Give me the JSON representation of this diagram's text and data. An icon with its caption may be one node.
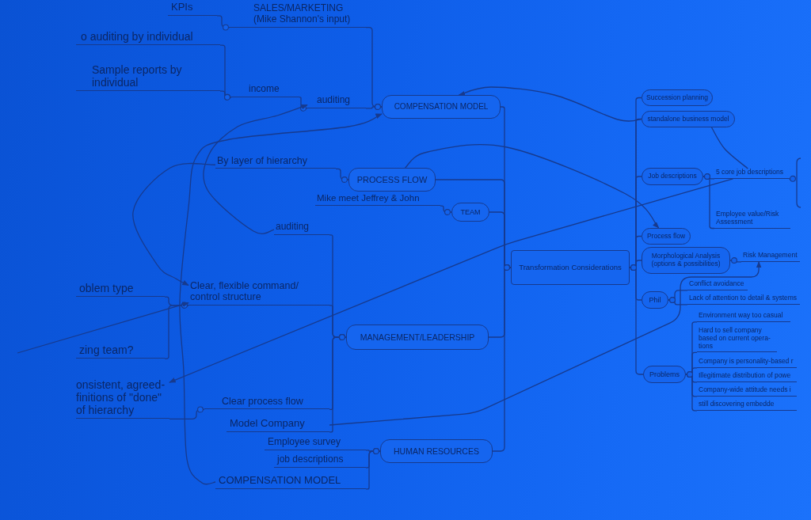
{
  "diagram": {
    "nodes": [
      {
        "text": [
          "Transformation Considerations"
        ]
      },
      {
        "text": [
          "COMPENSATION MODEL"
        ]
      },
      {
        "text": [
          "SALES/MARKETING (Mike Shannon's input)"
        ]
      },
      {
        "text": [
          "KPIs"
        ]
      },
      {
        "text": [
          "auditing"
        ]
      },
      {
        "text": [
          "income"
        ]
      },
      {
        "text": [
          "o auditing by individual"
        ]
      },
      {
        "text": [
          "Sample reports by individual"
        ]
      },
      {
        "text": [
          "PROCESS FLOW"
        ]
      },
      {
        "text": [
          "By layer of hierarchy"
        ]
      },
      {
        "text": [
          "TEAM"
        ]
      },
      {
        "text": [
          "Mike meet Jeffrey & John"
        ]
      },
      {
        "text": [
          "MANAGEMENT/LEADERSHIP"
        ]
      },
      {
        "text": [
          "auditing"
        ]
      },
      {
        "text": [
          "Clear, flexible command/ control structure"
        ]
      },
      {
        "text": [
          "oblem type"
        ]
      },
      {
        "text": [
          "zing team?"
        ]
      },
      {
        "text": [
          "Clear process flow"
        ]
      },
      {
        "text": [
          "onsistent, agreed- finitions of \"done\" of hierarchy"
        ]
      },
      {
        "text": [
          "Model Company"
        ]
      },
      {
        "text": [
          "HUMAN RESOURCES"
        ]
      },
      {
        "text": [
          "Employee survey"
        ]
      },
      {
        "text": [
          "job descriptions"
        ]
      },
      {
        "text": [
          "COMPENSATION MODEL"
        ]
      },
      {
        "text": [
          "Succession planning"
        ]
      },
      {
        "text": [
          "standalone business model"
        ]
      },
      {
        "text": [
          "Job descriptions"
        ]
      },
      {
        "text": [
          "5 core job descriptions"
        ]
      },
      {
        "text": [
          "Employee value/Risk Assessment"
        ]
      },
      {
        "text": [
          "Process flow"
        ]
      },
      {
        "text": [
          "Morphological Analysis (options & possibilities)"
        ]
      },
      {
        "text": [
          "Risk Management"
        ]
      },
      {
        "text": [
          "Phil"
        ]
      },
      {
        "text": [
          "Conflict avoidance"
        ]
      },
      {
        "text": [
          "Lack of attention to detail & systems"
        ]
      },
      {
        "text": [
          "Problems"
        ]
      },
      {
        "text": [
          "Environment way too casual"
        ]
      },
      {
        "text": [
          "Hard to sell company based on current opera- tions"
        ]
      },
      {
        "text": [
          "Company is personality-based r"
        ]
      },
      {
        "text": [
          "Illegitimate distribution of powe"
        ]
      },
      {
        "text": [
          "Company-wide attitude needs i"
        ]
      },
      {
        "text": [
          "still discovering embedde"
        ]
      }
    ],
    "edges": [
      {
        "from": 0,
        "to": 1,
        "arrow": "other"
      },
      {
        "from": 1,
        "to": 2,
        "arrow": "other"
      },
      {
        "from": 2,
        "to": 3,
        "arrow": "other"
      },
      {
        "from": 1,
        "to": 4,
        "arrow": "other"
      },
      {
        "from": 4,
        "to": 5,
        "arrow": "other"
      },
      {
        "from": 5,
        "to": 6,
        "arrow": "other"
      },
      {
        "from": 5,
        "to": 7,
        "arrow": "other"
      },
      {
        "from": 0,
        "to": 8,
        "arrow": "other"
      },
      {
        "from": 8,
        "to": 9,
        "arrow": "other"
      },
      {
        "from": 0,
        "to": 10,
        "arrow": "other"
      },
      {
        "from": 10,
        "to": 11,
        "arrow": "other"
      },
      {
        "from": 0,
        "to": 12,
        "arrow": "other"
      },
      {
        "from": 12,
        "to": 13,
        "arrow": "other"
      },
      {
        "from": 12,
        "to": 14,
        "arrow": "other"
      },
      {
        "from": 14,
        "to": 15,
        "arrow": "other"
      },
      {
        "from": 14,
        "to": 16,
        "arrow": "other"
      },
      {
        "from": 12,
        "to": 17,
        "arrow": "other"
      },
      {
        "from": 17,
        "to": 18,
        "arrow": "other"
      },
      {
        "from": 12,
        "to": 19,
        "arrow": "other"
      },
      {
        "from": 0,
        "to": 20,
        "arrow": "other"
      },
      {
        "from": 20,
        "to": 21,
        "arrow": "other"
      },
      {
        "from": 20,
        "to": 22,
        "arrow": "other"
      },
      {
        "from": 20,
        "to": 23,
        "arrow": "other"
      },
      {
        "from": 0,
        "to": 24,
        "arrow": "other"
      },
      {
        "from": 0,
        "to": 25,
        "arrow": "other"
      },
      {
        "from": 0,
        "to": 26,
        "arrow": "other"
      },
      {
        "from": 26,
        "to": 27,
        "arrow": "other"
      },
      {
        "from": 26,
        "to": 28,
        "arrow": "other"
      },
      {
        "from": 0,
        "to": 29,
        "arrow": "other"
      },
      {
        "from": 0,
        "to": 30,
        "arrow": "other"
      },
      {
        "from": 30,
        "to": 31,
        "arrow": "other"
      },
      {
        "from": 0,
        "to": 32,
        "arrow": "other"
      },
      {
        "from": 32,
        "to": 33,
        "arrow": "other"
      },
      {
        "from": 32,
        "to": 34,
        "arrow": "other"
      },
      {
        "from": 0,
        "to": 35,
        "arrow": "other"
      },
      {
        "from": 35,
        "to": 36,
        "arrow": "other"
      },
      {
        "from": 35,
        "to": 37,
        "arrow": "other"
      },
      {
        "from": 35,
        "to": 38,
        "arrow": "other"
      },
      {
        "from": 35,
        "to": 39,
        "arrow": "other"
      },
      {
        "from": 35,
        "to": 40,
        "arrow": "other"
      },
      {
        "from": 35,
        "to": 41,
        "arrow": "other"
      },
      {
        "from": 27,
        "to": null,
        "arrow": "other"
      },
      {
        "from": 13,
        "to": 4,
        "arrow": "to"
      },
      {
        "from": 23,
        "to": 1,
        "arrow": "to"
      },
      {
        "from": 9,
        "to": 14,
        "arrow": "to"
      },
      {
        "from": null,
        "to": 14,
        "arrow": "to"
      },
      {
        "from": 27,
        "to": 18,
        "arrow": "to"
      },
      {
        "from": 25,
        "to": 27,
        "arrow": "none"
      },
      {
        "from": 25,
        "to": 1,
        "arrow": "to"
      },
      {
        "from": 8,
        "to": 29,
        "arrow": "to"
      },
      {
        "from": 19,
        "to": 31,
        "arrow": "to"
      }
    ]
  }
}
